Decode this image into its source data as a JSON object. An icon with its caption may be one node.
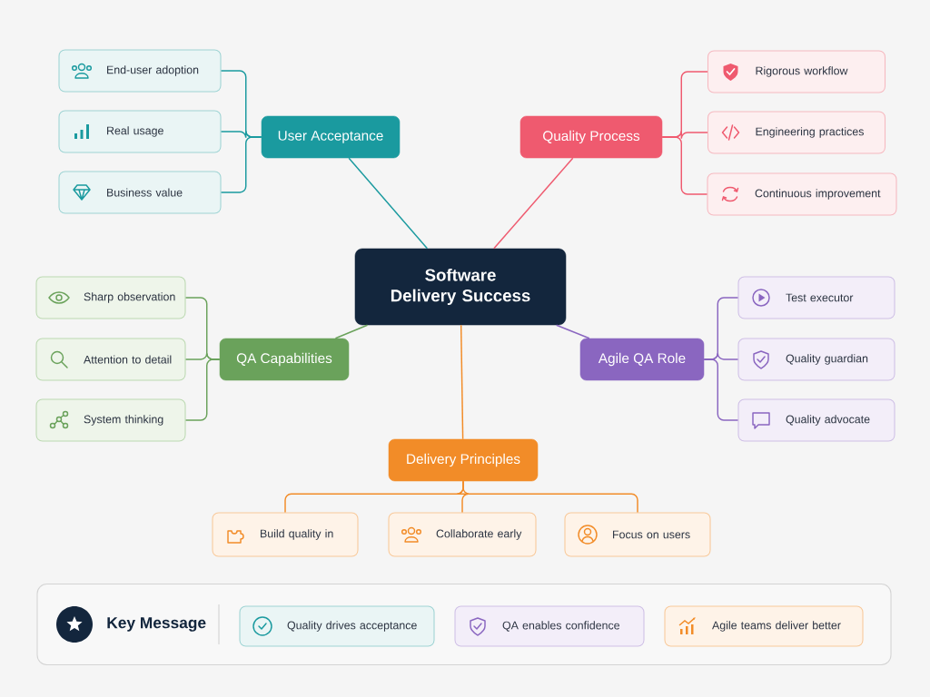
{
  "diagram": {
    "nodes": [
      {
        "text": [
          "Software Delivery Success"
        ]
      },
      {
        "text": [
          "User Acceptance"
        ]
      },
      {
        "text": [
          "End-user adoption"
        ]
      },
      {
        "text": [
          "Real usage"
        ]
      },
      {
        "text": [
          "Business value"
        ]
      },
      {
        "text": [
          "Quality Process"
        ]
      },
      {
        "text": [
          "Rigorous workflow"
        ]
      },
      {
        "text": [
          "Engineering practices"
        ]
      },
      {
        "text": [
          "Continuous improvement"
        ]
      },
      {
        "text": [
          "QA Capabilities"
        ]
      },
      {
        "text": [
          "Sharp observation"
        ]
      },
      {
        "text": [
          "Attention to detail"
        ]
      },
      {
        "text": [
          "System thinking"
        ]
      },
      {
        "text": [
          "Agile QA Role"
        ]
      },
      {
        "text": [
          "Test executor"
        ]
      },
      {
        "text": [
          "Quality guardian"
        ]
      },
      {
        "text": [
          "Quality advocate"
        ]
      },
      {
        "text": [
          "Delivery Principles"
        ]
      },
      {
        "text": [
          "Build quality in"
        ]
      },
      {
        "text": [
          "Collaborate early"
        ]
      },
      {
        "text": [
          "Focus on users"
        ]
      },
      {
        "text": [
          "Key Message"
        ]
      },
      {
        "text": [
          "Quality drives acceptance"
        ],
        "in": 21
      },
      {
        "text": [
          "QA enables confidence"
        ],
        "in": 21
      },
      {
        "text": [
          "Agile teams deliver better"
        ],
        "in": 21
      }
    ],
    "edges": [
      {
        "from": 0,
        "to": 1,
        "arrow": "none",
        "color": "#1a9a9f"
      },
      {
        "from": 1,
        "to": 2,
        "arrow": "none",
        "color": "#1a9a9f"
      },
      {
        "from": 1,
        "to": 3,
        "arrow": "none",
        "color": "#1a9a9f"
      },
      {
        "from": 1,
        "to": 4,
        "arrow": "none",
        "color": "#1a9a9f"
      },
      {
        "from": 0,
        "to": 5,
        "arrow": "none",
        "color": "#ef5a6f"
      },
      {
        "from": 5,
        "to": 6,
        "arrow": "none",
        "color": "#ef5a6f"
      },
      {
        "from": 5,
        "to": 7,
        "arrow": "none",
        "color": "#ef5a6f"
      },
      {
        "from": 5,
        "to": 8,
        "arrow": "none",
        "color": "#ef5a6f"
      },
      {
        "from": 0,
        "to": 9,
        "arrow": "none",
        "color": "#6aa25b"
      },
      {
        "from": 9,
        "to": 10,
        "arrow": "none",
        "color": "#6aa25b"
      },
      {
        "from": 9,
        "to": 11,
        "arrow": "none",
        "color": "#6aa25b"
      },
      {
        "from": 9,
        "to": 12,
        "arrow": "none",
        "color": "#6aa25b"
      },
      {
        "from": 0,
        "to": 13,
        "arrow": "none",
        "color": "#8a66c0"
      },
      {
        "from": 13,
        "to": 14,
        "arrow": "none",
        "color": "#8a66c0"
      },
      {
        "from": 13,
        "to": 15,
        "arrow": "none",
        "color": "#8a66c0"
      },
      {
        "from": 13,
        "to": 16,
        "arrow": "none",
        "color": "#8a66c0"
      },
      {
        "from": 0,
        "to": 17,
        "arrow": "none",
        "color": "#f28c28"
      },
      {
        "from": 17,
        "to": 18,
        "arrow": "none",
        "color": "#f28c28"
      },
      {
        "from": 17,
        "to": 19,
        "arrow": "none",
        "color": "#f28c28"
      },
      {
        "from": 17,
        "to": 20,
        "arrow": "none",
        "color": "#f28c28"
      }
    ]
  }
}
